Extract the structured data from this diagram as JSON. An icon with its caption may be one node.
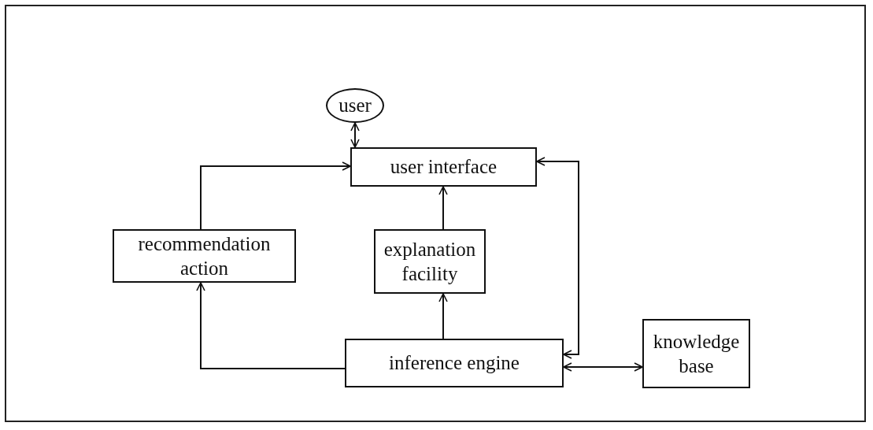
{
  "diagram": {
    "nodes": [
      {
        "text": [
          "user"
        ]
      },
      {
        "text": [
          "user interface"
        ]
      },
      {
        "text": [
          "recommendation action"
        ]
      },
      {
        "text": [
          "explanation facility"
        ]
      },
      {
        "text": [
          "inference engine"
        ]
      },
      {
        "text": [
          "knowledge base"
        ]
      }
    ],
    "edges": [
      {
        "from": 0,
        "to": 1,
        "arrow": "both"
      },
      {
        "from": 2,
        "to": 1,
        "arrow": "to"
      },
      {
        "from": 4,
        "to": 2,
        "arrow": "to"
      },
      {
        "from": 4,
        "to": 3,
        "arrow": "to"
      },
      {
        "from": 3,
        "to": 1,
        "arrow": "to"
      },
      {
        "from": 4,
        "to": 1,
        "arrow": "both"
      },
      {
        "from": 4,
        "to": 5,
        "arrow": "both"
      }
    ]
  }
}
